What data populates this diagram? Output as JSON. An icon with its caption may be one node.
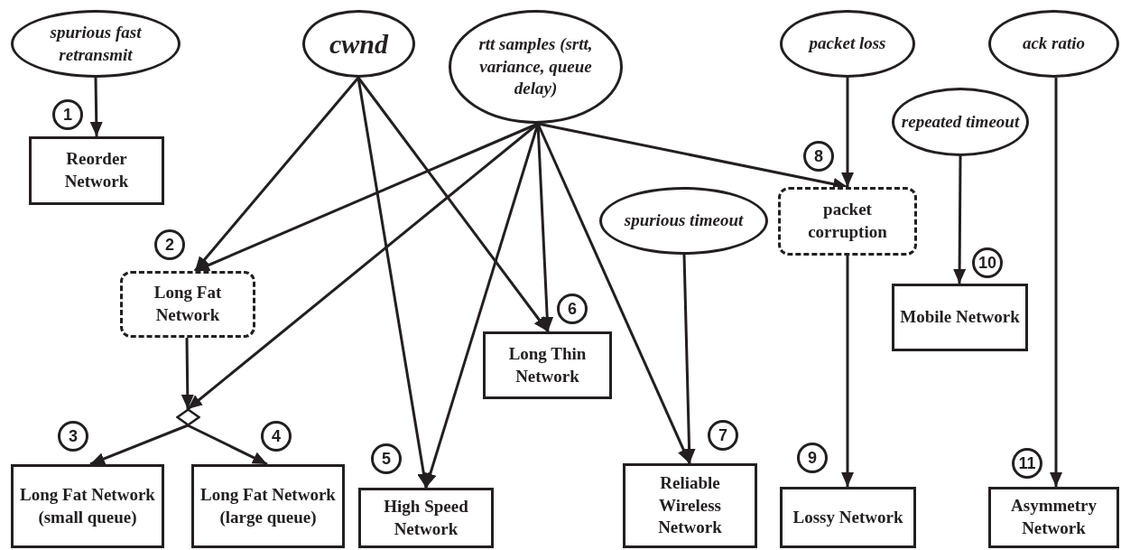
{
  "diagram": {
    "nodes": [
      {
        "text": [
          "spurious fast retransmit"
        ]
      },
      {
        "text": [
          "cwnd"
        ]
      },
      {
        "text": [
          "rtt samples (srtt, variance, queue delay)"
        ]
      },
      {
        "text": [
          "packet loss"
        ]
      },
      {
        "text": [
          "ack ratio"
        ]
      },
      {
        "text": [
          "repeated timeout"
        ]
      },
      {
        "text": [
          "Reorder Network"
        ]
      },
      {
        "text": [
          "Long Fat Network"
        ]
      },
      {
        "text": [
          "packet corruption"
        ]
      },
      {
        "text": [
          "spurious timeout"
        ]
      },
      {
        "text": [],
        "shape": "diamond"
      },
      {
        "text": [
          "Long Fat Network (small queue)"
        ]
      },
      {
        "text": [
          "Long Fat Network (large queue)"
        ]
      },
      {
        "text": [
          "High Speed Network"
        ]
      },
      {
        "text": [
          "Long Thin Network"
        ]
      },
      {
        "text": [
          "Reliable Wireless Network"
        ]
      },
      {
        "text": [
          "Lossy Network"
        ]
      },
      {
        "text": [
          "Mobile Network"
        ]
      },
      {
        "text": [
          "Asymmetry Network"
        ]
      }
    ],
    "edges": [
      {
        "from": 0,
        "to": 6,
        "arrow": "to"
      },
      {
        "from": 1,
        "to": 7,
        "arrow": "to"
      },
      {
        "from": 2,
        "to": 7,
        "arrow": "to"
      },
      {
        "from": 1,
        "to": 13,
        "arrow": "to"
      },
      {
        "from": 1,
        "to": 14,
        "arrow": "to"
      },
      {
        "from": 2,
        "to": 10,
        "arrow": "to"
      },
      {
        "from": 2,
        "to": 13,
        "arrow": "to"
      },
      {
        "from": 2,
        "to": 14,
        "arrow": "to"
      },
      {
        "from": 2,
        "to": 15,
        "arrow": "to"
      },
      {
        "from": 2,
        "to": 8,
        "arrow": "to"
      },
      {
        "from": 3,
        "to": 8,
        "arrow": "to"
      },
      {
        "from": 9,
        "to": 15,
        "arrow": "to"
      },
      {
        "from": 8,
        "to": 16,
        "arrow": "to"
      },
      {
        "from": 5,
        "to": 17,
        "arrow": "to"
      },
      {
        "from": 4,
        "to": 18,
        "arrow": "to"
      },
      {
        "from": 7,
        "to": 10,
        "arrow": "to"
      },
      {
        "from": 10,
        "to": 11,
        "arrow": "to"
      },
      {
        "from": 10,
        "to": 12,
        "arrow": "to"
      }
    ],
    "labels": [
      "1",
      "2",
      "3",
      "4",
      "5",
      "6",
      "7",
      "8",
      "9",
      "10",
      "11"
    ]
  }
}
